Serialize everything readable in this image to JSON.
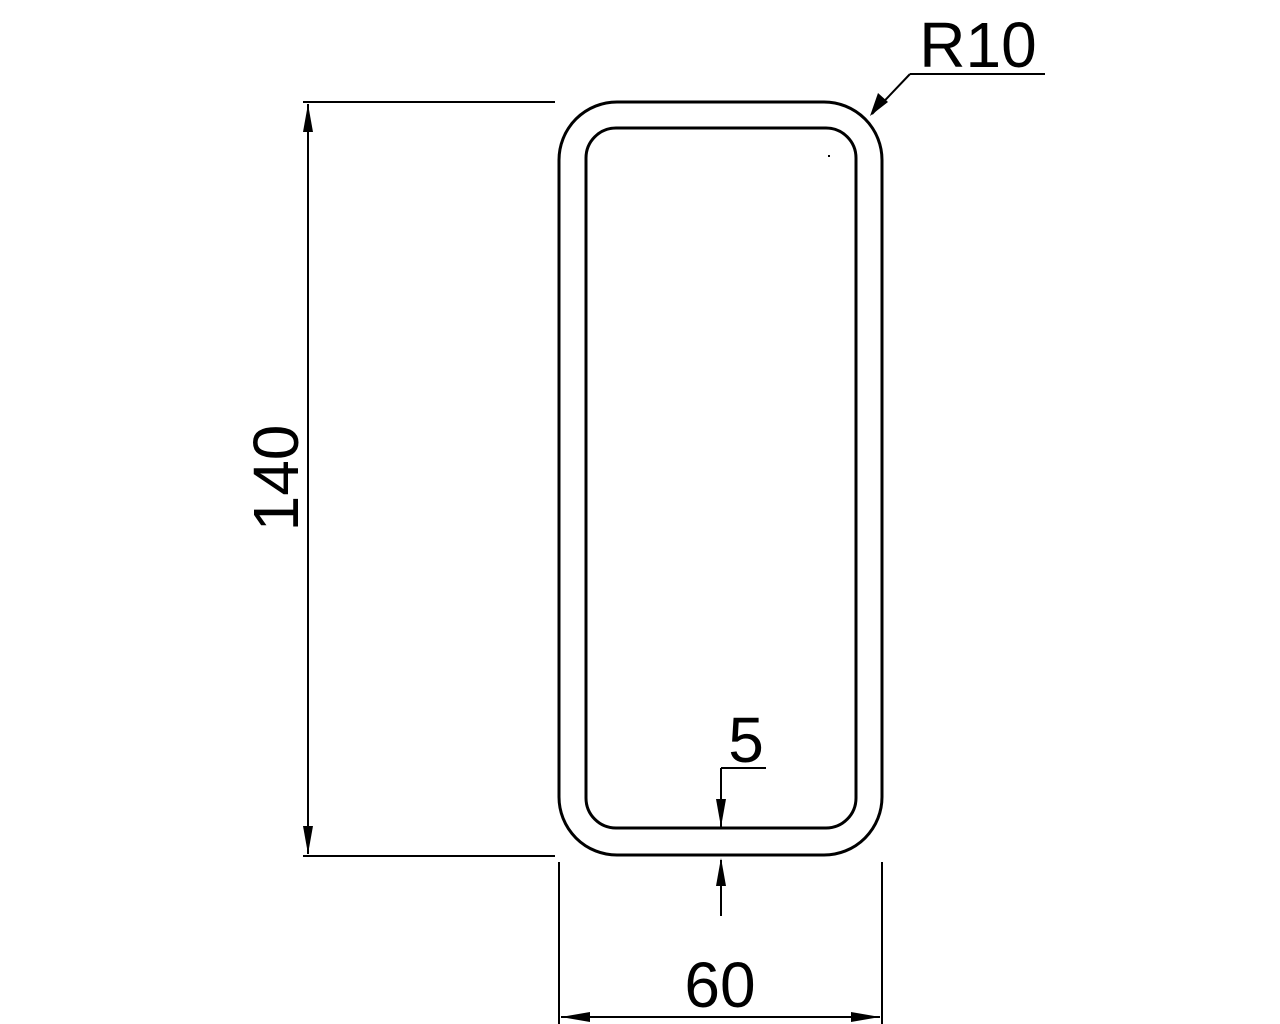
{
  "drawing": {
    "type": "rectangular-hollow-section",
    "background": "#ffffff",
    "line_color": "#000000",
    "dimensions": {
      "height": {
        "label": "140",
        "value": 140
      },
      "width": {
        "label": "60",
        "value": 60
      },
      "wall_thickness": {
        "label": "5",
        "value": 5
      },
      "corner_radius": {
        "label": "R10",
        "value": 10
      }
    }
  }
}
